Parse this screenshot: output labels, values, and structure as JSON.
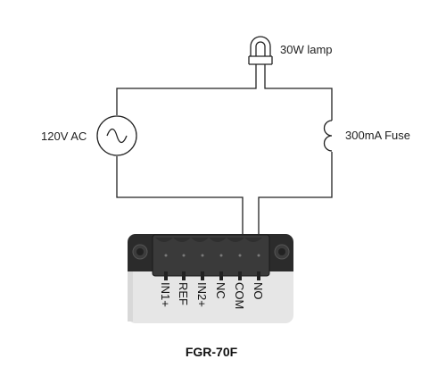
{
  "labels": {
    "lamp": "30W lamp",
    "source": "120V AC",
    "fuse": "300mA Fuse",
    "device": "FGR-70F"
  },
  "terminals": [
    "IN1+",
    "REF",
    "IN2+",
    "NC",
    "COM",
    "NO"
  ],
  "icons": {
    "lamp": "lamp-icon",
    "source": "ac-source-icon",
    "fuse": "fuse-icon",
    "device": "relay-module-icon"
  },
  "colors": {
    "wire": "#222222",
    "module_dark": "#2b2b2b",
    "module_light": "#e6e6e6",
    "connector": "#3a3a3a"
  }
}
